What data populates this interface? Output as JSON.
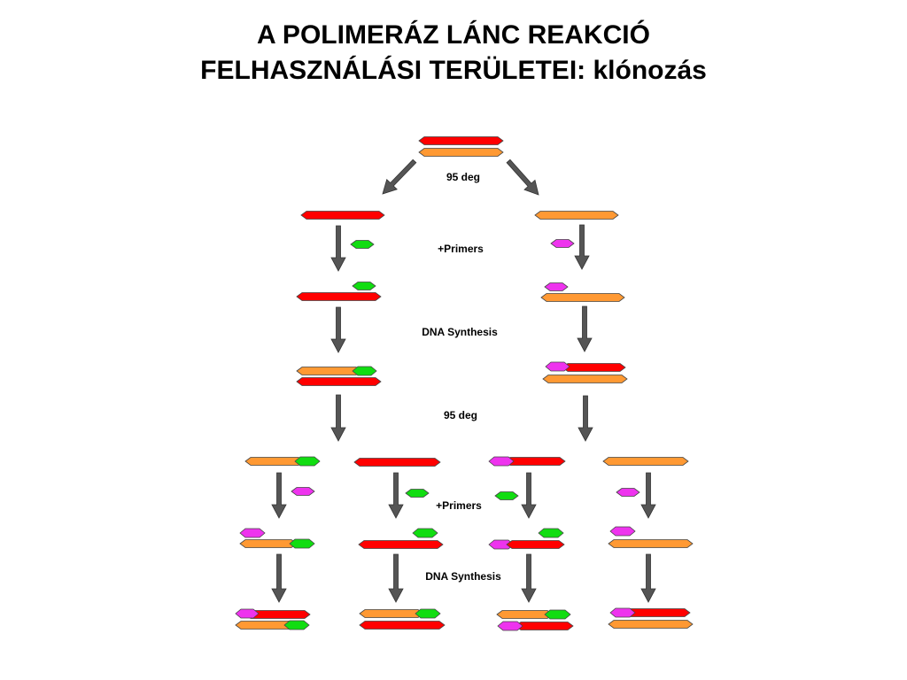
{
  "slide": {
    "title_line1": "A POLIMERÁZ LÁNC REAKCIÓ",
    "title_line2": "FELHASZNÁLÁSI TERÜLETEI: klónozás"
  },
  "diagram": {
    "labels": {
      "denature_1": "95 deg",
      "primers_1": "+Primers",
      "synthesis_1": "DNA Synthesis",
      "denature_2": "95 deg",
      "primers_2": "+Primers",
      "synthesis_2": "DNA Synthesis"
    },
    "colors": {
      "red_strand": "#ff0000",
      "orange_strand": "#ff9933",
      "green_primer": "#11dd11",
      "magenta_primer": "#ee33ee",
      "arrow": "#555555"
    }
  }
}
